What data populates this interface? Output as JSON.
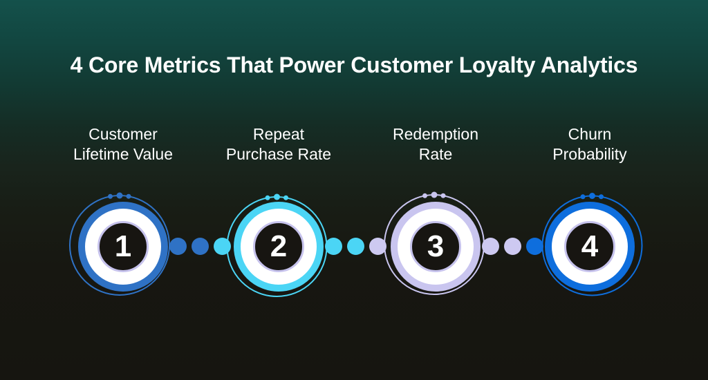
{
  "title": "4 Core Metrics That Power Customer Loyalty Analytics",
  "metrics": [
    {
      "number": "1",
      "label": "Customer\nLifetime Value",
      "accent_color": "#2f72c5"
    },
    {
      "number": "2",
      "label": "Repeat\nPurchase Rate",
      "accent_color": "#4bd5f5"
    },
    {
      "number": "3",
      "label": "Redemption\nRate",
      "accent_color": "#c9c5ef"
    },
    {
      "number": "4",
      "label": "Churn\nProbability",
      "accent_color": "#0e6edd"
    }
  ],
  "connectors": [
    {
      "dot_colors": [
        "#2f72c5",
        "#2f72c5",
        "#4bd5f5"
      ]
    },
    {
      "dot_colors": [
        "#4bd5f5",
        "#4bd5f5",
        "#cdc9f1"
      ]
    },
    {
      "dot_colors": [
        "#cdc9f1",
        "#cdc9f1",
        "#0e6edd"
      ]
    }
  ],
  "palette": {
    "background_top": "#14514b",
    "background_bottom": "#161510",
    "text": "#ffffff",
    "disc_fill": "#ffffff",
    "inner_ring": "#c6c2ec",
    "core_fill": "#171511"
  }
}
